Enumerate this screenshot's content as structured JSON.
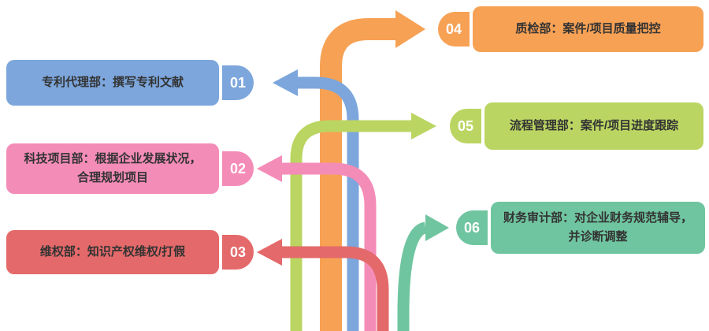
{
  "background": "#ffffff",
  "colors": {
    "blue": "#7CA6DC",
    "pink": "#F48CB8",
    "red": "#E4696A",
    "orange": "#F7A155",
    "green": "#BBD562",
    "teal": "#6FC5A0",
    "label_text": "#333333",
    "number_text": "#ffffff"
  },
  "boxes": [
    {
      "number": "01",
      "side": "left",
      "color": "blue",
      "lines": [
        "专利代理部：撰写专利文献"
      ]
    },
    {
      "number": "02",
      "side": "left",
      "color": "pink",
      "lines": [
        "科技项目部：根据企业发展状况，",
        "合理规划项目"
      ]
    },
    {
      "number": "03",
      "side": "left",
      "color": "red",
      "lines": [
        "维权部：知识产权维权/打假"
      ]
    },
    {
      "number": "04",
      "side": "right",
      "color": "orange",
      "lines": [
        "质检部：案件/项目质量把控"
      ]
    },
    {
      "number": "05",
      "side": "right",
      "color": "green",
      "lines": [
        "流程管理部：案件/项目进度跟踪"
      ]
    },
    {
      "number": "06",
      "side": "right",
      "color": "teal",
      "lines": [
        "财务审计部：对企业财务规范辅导，",
        "并诊断调整"
      ]
    }
  ]
}
